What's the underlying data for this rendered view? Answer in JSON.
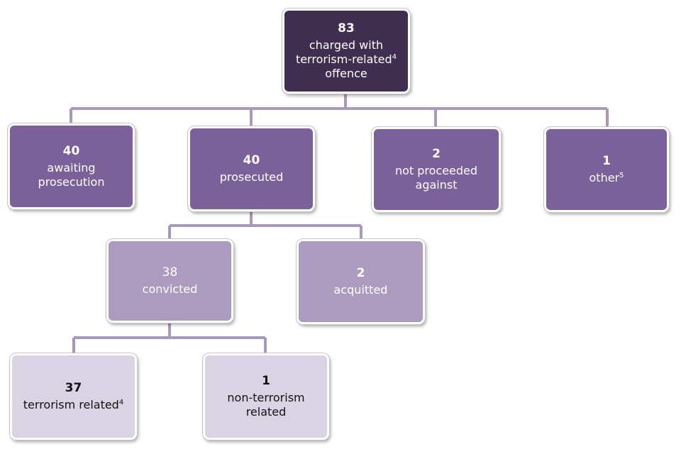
{
  "root": {
    "count": "83",
    "line1": "charged with",
    "line2": "terrorism-related",
    "line2_sup": "4",
    "line3": "offence"
  },
  "level1": [
    {
      "count": "40",
      "line1": "awaiting",
      "line2": "prosecution"
    },
    {
      "count": "40",
      "line1": "prosecuted"
    },
    {
      "count": "2",
      "line1": "not proceeded",
      "line2": "against"
    },
    {
      "count": "1",
      "line1": "other",
      "line1_sup": "5"
    }
  ],
  "level2": [
    {
      "count": "38",
      "line1": "convicted"
    },
    {
      "count": "2",
      "line1": "acquitted"
    }
  ],
  "level3": [
    {
      "count": "37",
      "line1": "terrorism related",
      "line1_sup": "4"
    },
    {
      "count": "1",
      "line1": "non-terrorism",
      "line2": "related"
    }
  ],
  "colors": {
    "root_fill": "#3f2e4f",
    "level1_fill": "#7b6199",
    "level2_fill": "#ab9bbf",
    "level3_fill": "#dad3e3",
    "connector": "#a899bb"
  }
}
